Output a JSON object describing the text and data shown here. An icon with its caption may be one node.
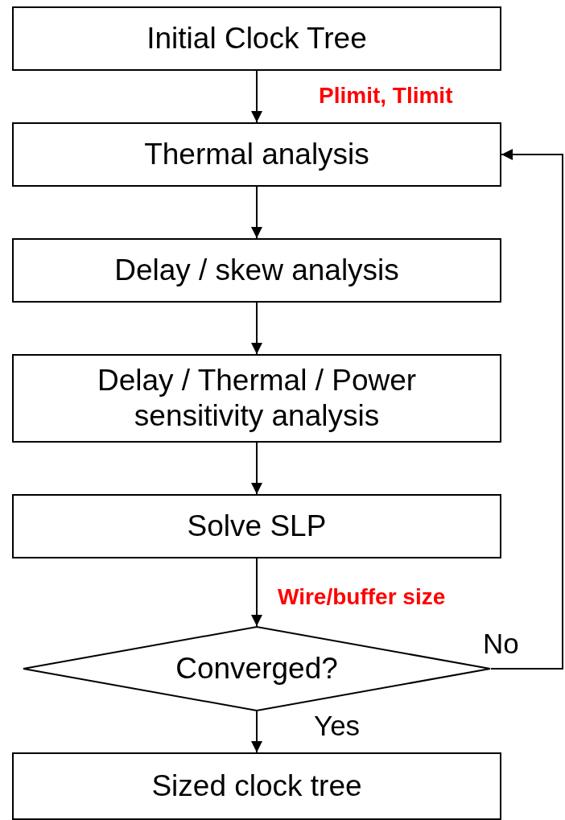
{
  "diagram": {
    "nodes": [
      {
        "text": [
          "Initial Clock Tree"
        ]
      },
      {
        "text": [
          "Thermal analysis"
        ]
      },
      {
        "text": [
          "Delay / skew analysis"
        ]
      },
      {
        "text": [
          "Delay / Thermal / Power sensitivity analysis"
        ]
      },
      {
        "text": [
          "Solve SLP"
        ]
      },
      {
        "text": [
          "Converged?"
        ]
      },
      {
        "text": [
          "Sized clock tree"
        ]
      }
    ],
    "edges": [
      {
        "from": 0,
        "to": 1,
        "arrow": "to"
      },
      {
        "from": 1,
        "to": 2,
        "arrow": "to"
      },
      {
        "from": 2,
        "to": 3,
        "arrow": "to"
      },
      {
        "from": 3,
        "to": 4,
        "arrow": "to"
      },
      {
        "from": 4,
        "to": 5,
        "arrow": "to"
      },
      {
        "from": 5,
        "to": 1,
        "arrow": "to",
        "label": "No"
      },
      {
        "from": 5,
        "to": 6,
        "arrow": "to",
        "label": "Yes"
      }
    ],
    "labels": [
      "Plimit, Tlimit",
      "Wire/buffer size"
    ]
  }
}
